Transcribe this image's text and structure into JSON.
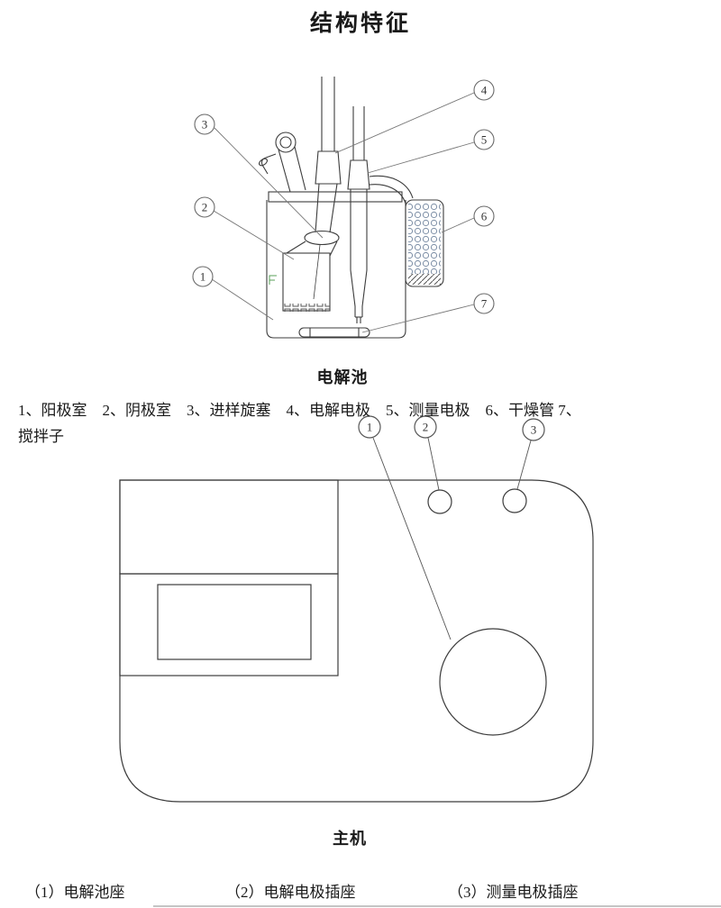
{
  "page": {
    "title": "结构特征"
  },
  "cell_diagram": {
    "caption": "电解池",
    "callouts": {
      "c1": "1",
      "c2": "2",
      "c3": "3",
      "c4": "4",
      "c5": "5",
      "c6": "6",
      "c7": "7"
    }
  },
  "parts_legend": {
    "line1": "1、阳极室　2、阴极室　3、进样旋塞　4、电解电极　5、测量电极　6、干燥管 7、",
    "line2": "搅拌子"
  },
  "main_diagram": {
    "caption": "主机",
    "callouts": {
      "c1": "1",
      "c2": "2",
      "c3": "3"
    }
  },
  "socket_legend": {
    "item1": "（1）电解池座",
    "item2": "（2）电解电极插座",
    "item3": "（3）测量电极插座"
  }
}
